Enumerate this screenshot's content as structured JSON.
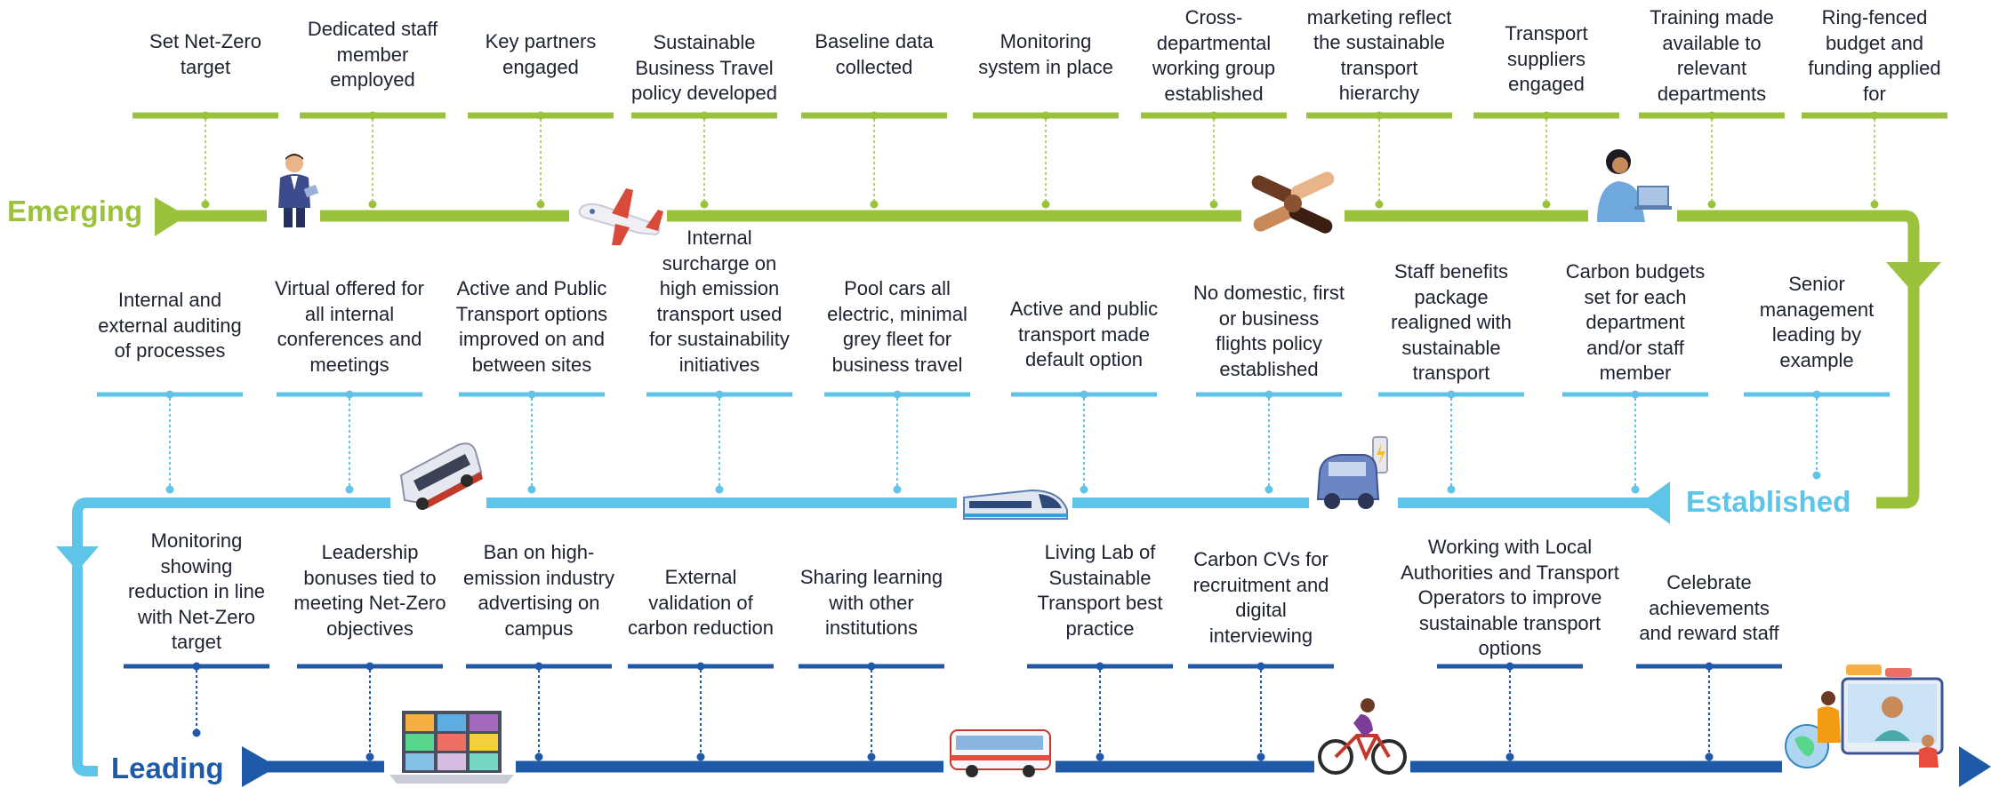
{
  "colors": {
    "emerging": "#9bc23c",
    "established": "#5ec4e8",
    "leading": "#1e5aa8",
    "text": "#1d2230"
  },
  "stages": {
    "emerging": "Emerging",
    "established": "Established",
    "leading": "Leading"
  },
  "emerging_steps": [
    "Set Net-Zero target",
    "Dedicated staff member employed",
    "Key partners engaged",
    "Sustainable Business Travel policy developed",
    "Baseline data collected",
    "Monitoring system in place",
    "Cross-departmental working group established",
    "Comms and marketing reflect the sustainable transport hierarchy",
    "Transport suppliers engaged",
    "Training made available to relevant departments",
    "Ring-fenced budget and funding applied for"
  ],
  "established_steps": [
    "Internal and external auditing of processes",
    "Virtual offered for all internal conferences and meetings",
    "Active and Public Transport options improved on and between sites",
    "Internal surcharge on high emission transport used for sustainability initiatives",
    "Pool cars all electric, minimal grey fleet for business travel",
    "Active and public transport made default option",
    "No domestic, first or business flights policy established",
    "Staff benefits package realigned with sustainable transport",
    "Carbon budgets set for each department and/or staff member",
    "Senior management leading by example"
  ],
  "leading_steps": [
    "Monitoring showing reduction in line with Net-Zero target",
    "Leadership bonuses tied to meeting Net-Zero objectives",
    "Ban on high-emission industry advertising on campus",
    "External validation of carbon reduction",
    "Sharing learning with other institutions",
    "Living Lab of Sustainable Transport best practice",
    "Carbon CVs for recruitment and digital interviewing",
    "Working with Local Authorities and Transport Operators to improve sustainable transport options",
    "Celebrate achievements and reward staff"
  ],
  "icons": [
    "businessman-reading-icon",
    "airplane-icon",
    "joined-hands-icon",
    "woman-with-laptop-icon",
    "coach-bus-icon",
    "high-speed-train-icon",
    "electric-car-charging-icon",
    "video-conference-laptop-icon",
    "city-bus-icon",
    "cyclist-icon",
    "online-meeting-globe-icon"
  ]
}
